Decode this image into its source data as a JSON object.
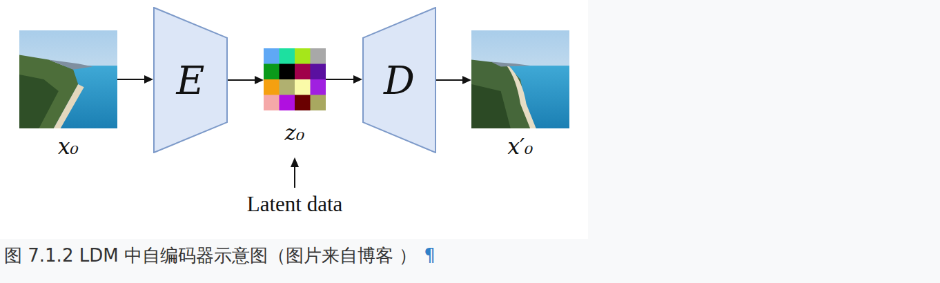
{
  "diagram": {
    "caption": "图 7.1.2 LDM 中自编码器示意图（图片来自博客 ）",
    "nodes": [
      {
        "text": [
          "x₀"
        ]
      },
      {
        "text": [
          "E"
        ]
      },
      {
        "text": [
          "z₀"
        ]
      },
      {
        "text": [
          "D"
        ]
      },
      {
        "text": [
          "x′₀"
        ]
      }
    ],
    "edges": [
      {
        "from": 0,
        "to": 1,
        "arrow": "to"
      },
      {
        "from": 1,
        "to": 2,
        "arrow": "to"
      },
      {
        "from": 2,
        "to": 3,
        "arrow": "to"
      },
      {
        "from": 3,
        "to": 4,
        "arrow": "to"
      }
    ],
    "labels": [
      "Latent data",
      "¶"
    ]
  }
}
